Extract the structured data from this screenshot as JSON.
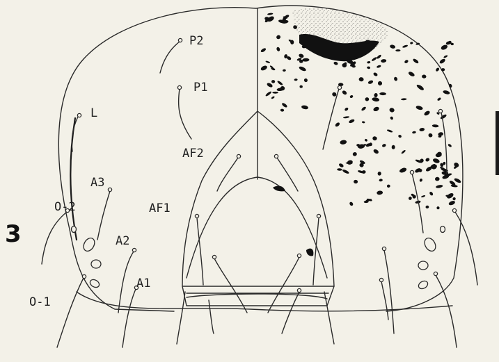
{
  "figure": {
    "number": "3",
    "labels": {
      "p2": "P2",
      "p1": "P1",
      "l": "L",
      "af2": "AF2",
      "a3": "A3",
      "o2": "O-2",
      "af1": "AF1",
      "a2": "A2",
      "a1": "A1",
      "o1": "O-1"
    }
  }
}
